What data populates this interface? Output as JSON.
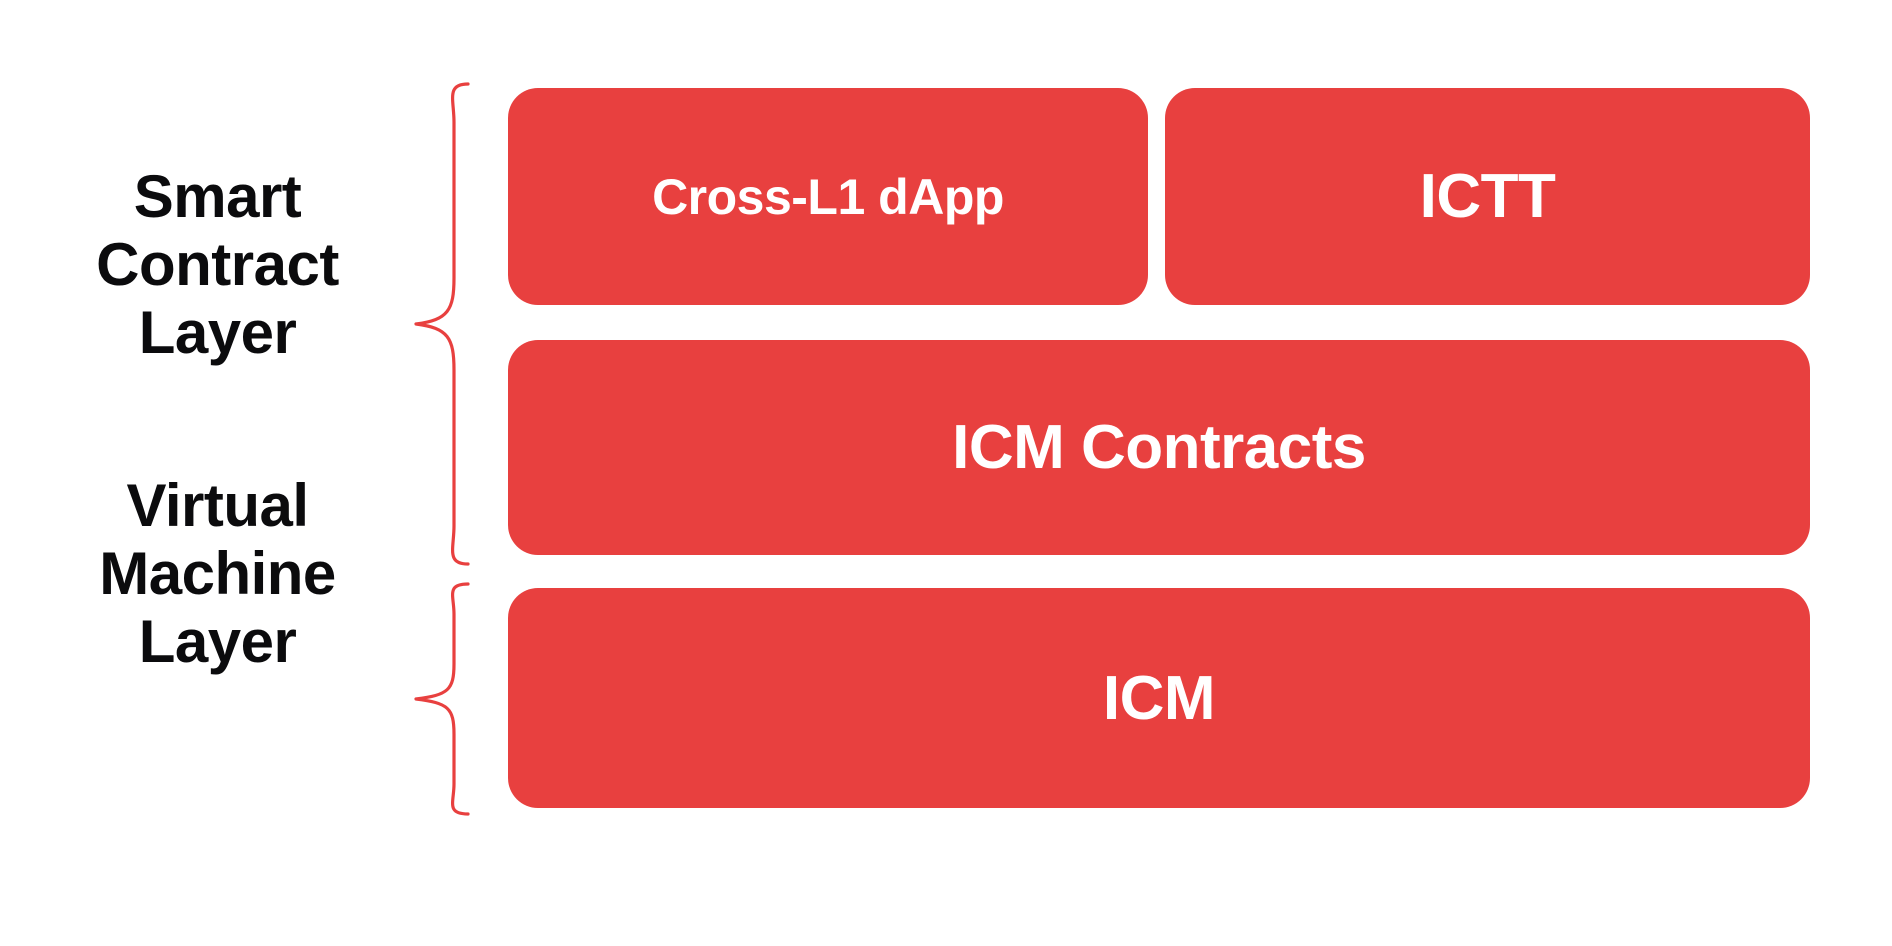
{
  "diagram": {
    "title": "Smart Contract Layer and Virtual Machine Layer stack",
    "background_color": "#ffffff",
    "accent_color": "#E8403F",
    "label_text_color": "#0b0b0d",
    "block_text_color": "#ffffff"
  },
  "layers": [
    {
      "id": "smart-contract-layer",
      "label": "Smart\nContract\nLayer",
      "brace": "curly-brace-right-icon",
      "rows": [
        {
          "blocks": [
            {
              "id": "cross-l1-dapp",
              "label": "Cross-L1 dApp"
            },
            {
              "id": "ictt",
              "label": "ICTT"
            }
          ]
        },
        {
          "blocks": [
            {
              "id": "icm-contracts",
              "label": "ICM Contracts"
            }
          ]
        }
      ]
    },
    {
      "id": "virtual-machine-layer",
      "label": "Virtual\nMachine\nLayer",
      "brace": "curly-brace-right-icon",
      "rows": [
        {
          "blocks": [
            {
              "id": "icm",
              "label": "ICM"
            }
          ]
        }
      ]
    }
  ]
}
